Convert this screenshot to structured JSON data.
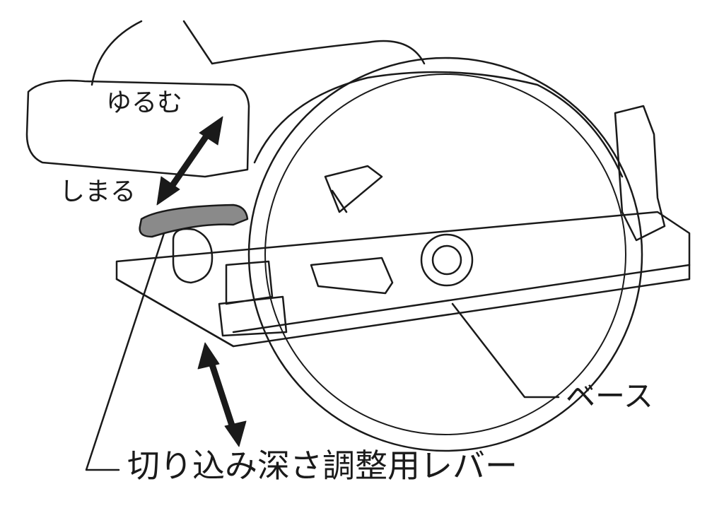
{
  "labels": {
    "loosen": "ゆるむ",
    "tighten": "しまる",
    "base": "ベース",
    "depth_lever": "切り込み深さ調整用レバー"
  },
  "colors": {
    "line": "#1a1a1a",
    "lever": "#8a8a8a"
  }
}
